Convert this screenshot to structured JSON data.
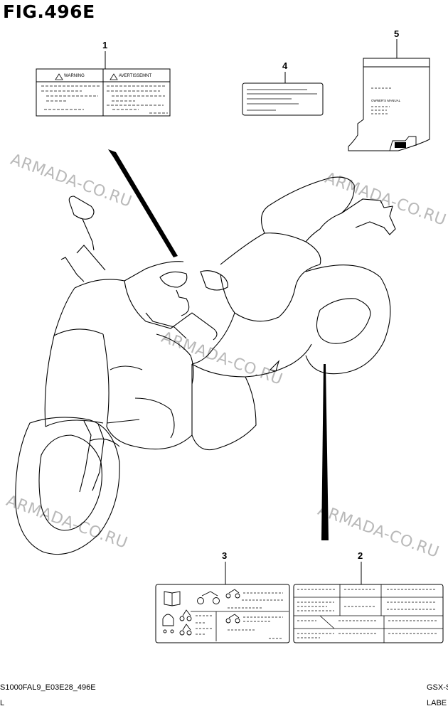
{
  "figure": {
    "title": "FIG.496E"
  },
  "callouts": [
    "1",
    "2",
    "3",
    "4",
    "5"
  ],
  "label1": {
    "warning": "WARNING",
    "avertissement": "AVERTISSEMNT"
  },
  "label5": {
    "manual_text": "OWNER'S MANUAL"
  },
  "watermarks": [
    "ARMADA-CO.RU",
    "ARMADA-CO.RU",
    "ARMADA-CO.RU",
    "ARMADA-CO.RU",
    "ARMADA-CO.RU"
  ],
  "footer": {
    "left_code": "S1000FAL9_E03E28_496E",
    "left_sub": "L",
    "right_code": "GSX-S",
    "right_sub": "LABE"
  },
  "icons": [
    "warning-triangle-icon",
    "book-icon",
    "motorcycle-icon"
  ]
}
